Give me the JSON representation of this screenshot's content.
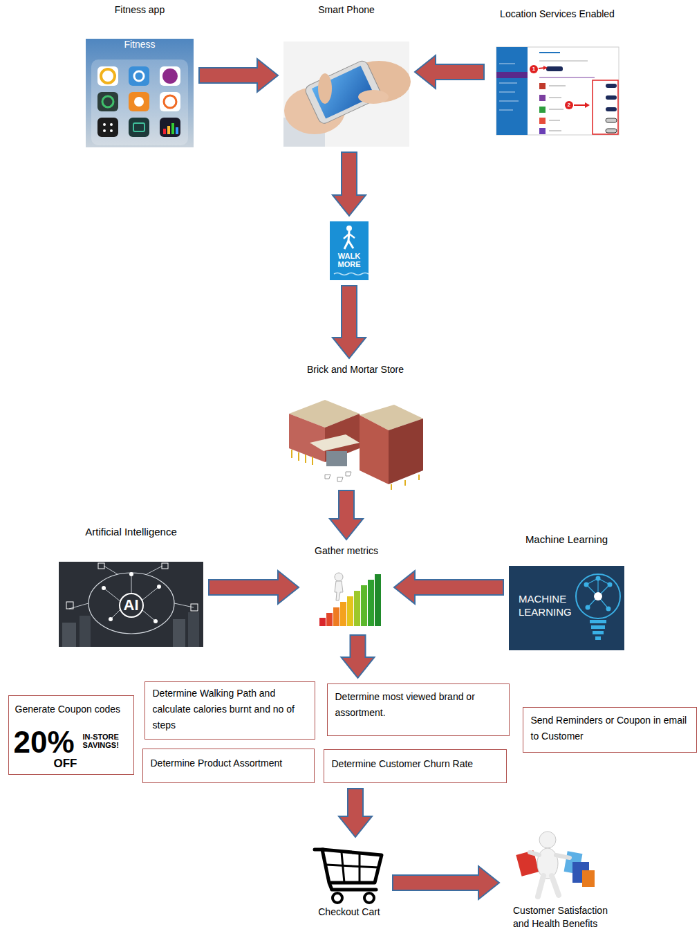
{
  "diagram": {
    "nodes": [
      {
        "text": [
          "Fitness app",
          "Fitness"
        ]
      },
      {
        "text": [
          "Smart Phone"
        ]
      },
      {
        "text": [
          "Location Services Enabled"
        ]
      },
      {
        "text": [
          "WALK MORE"
        ]
      },
      {
        "text": [
          "Brick and Mortar Store"
        ]
      },
      {
        "text": [
          "Artificial Intelligence",
          "AI"
        ]
      },
      {
        "text": [
          "Gather metrics"
        ]
      },
      {
        "text": [
          "Machine Learning",
          "MACHINE LEARNING"
        ]
      },
      {
        "text": [
          "Generate Coupon codes",
          "20%",
          "OFF",
          "IN-STORE SAVINGS!"
        ]
      },
      {
        "text": [
          "Determine Walking Path and calculate calories burnt and no of steps"
        ]
      },
      {
        "text": [
          "Determine most viewed brand or assortment."
        ]
      },
      {
        "text": [
          "Send Reminders or Coupon in email to Customer"
        ]
      },
      {
        "text": [
          "Determine Product Assortment"
        ]
      },
      {
        "text": [
          "Determine Customer Churn Rate"
        ]
      },
      {
        "text": [
          "Checkout Cart"
        ]
      },
      {
        "text": [
          "Customer Satisfaction and Health Benefits"
        ]
      }
    ],
    "edges": [
      {
        "from": 0,
        "to": 1,
        "arrow": "to"
      },
      {
        "from": 2,
        "to": 1,
        "arrow": "to"
      },
      {
        "from": 1,
        "to": 3,
        "arrow": "to"
      },
      {
        "from": 3,
        "to": 4,
        "arrow": "to"
      },
      {
        "from": 4,
        "to": 6,
        "arrow": "to"
      },
      {
        "from": 5,
        "to": 6,
        "arrow": "to"
      },
      {
        "from": 7,
        "to": 6,
        "arrow": "to"
      },
      {
        "from": 6,
        "to": 10,
        "arrow": "to"
      },
      {
        "from": 13,
        "to": 14,
        "arrow": "to"
      },
      {
        "from": 14,
        "to": 15,
        "arrow": "to"
      }
    ],
    "labels": [
      "1",
      "2"
    ]
  }
}
